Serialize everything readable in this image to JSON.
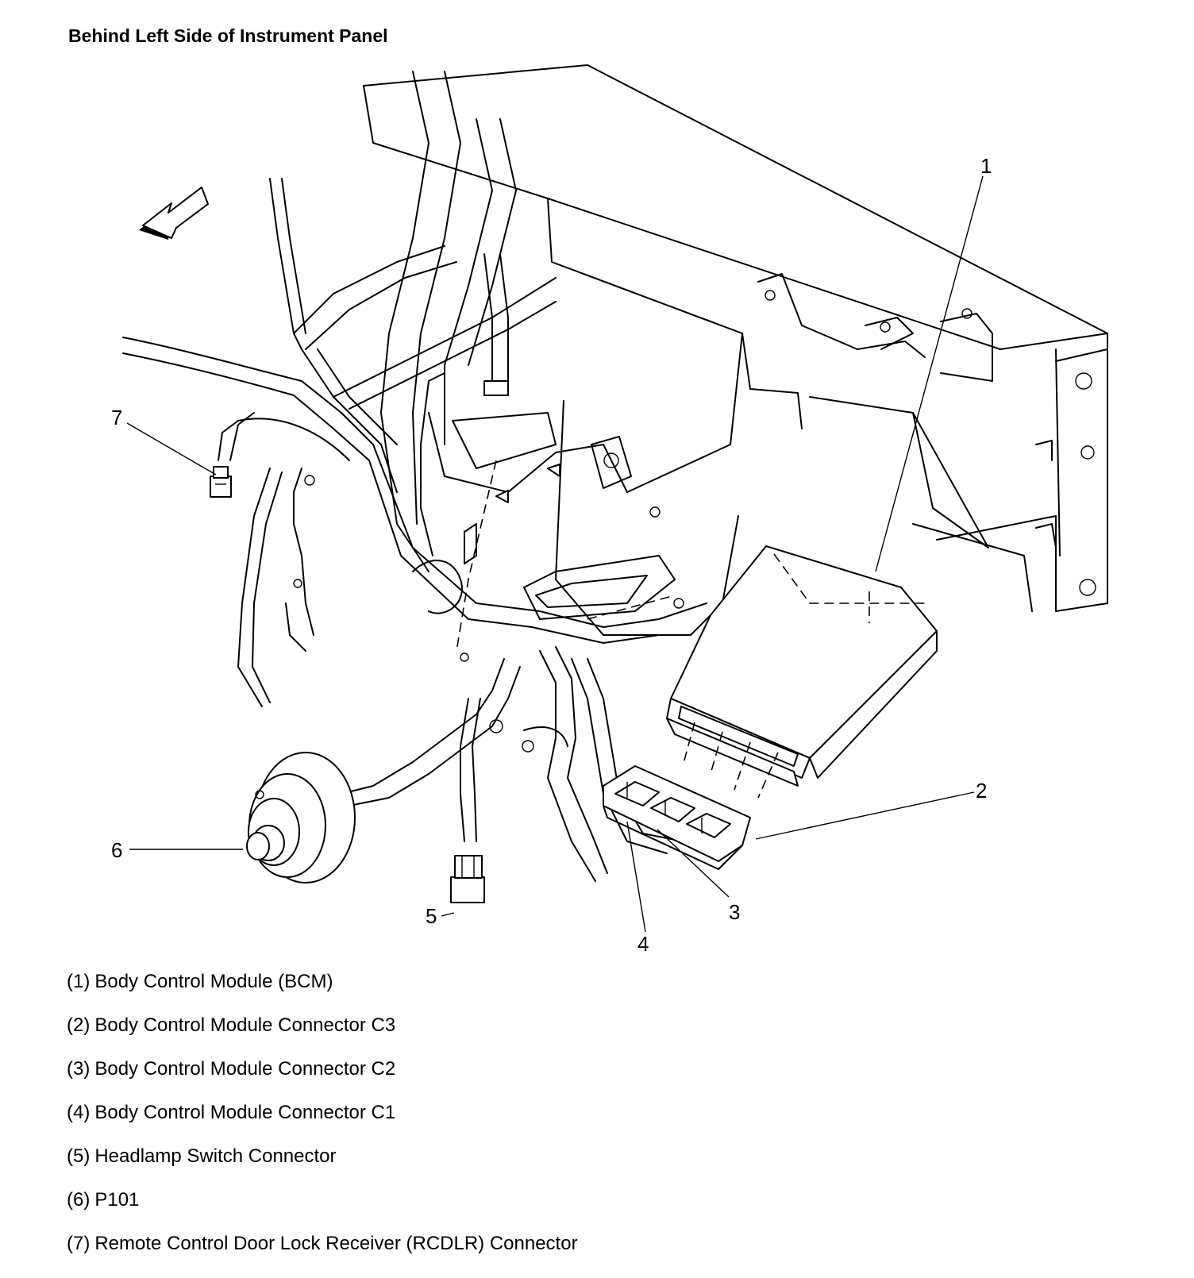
{
  "title": "Behind Left Side of Instrument Panel",
  "callouts": [
    "1",
    "2",
    "3",
    "4",
    "5",
    "6",
    "7"
  ],
  "legend": [
    {
      "num": "(1)",
      "text": "Body Control Module (BCM)"
    },
    {
      "num": "(2)",
      "text": "Body Control Module Connector C3"
    },
    {
      "num": "(3)",
      "text": "Body Control Module Connector C2"
    },
    {
      "num": "(4)",
      "text": "Body Control Module Connector C1"
    },
    {
      "num": "(5)",
      "text": "Headlamp Switch Connector"
    },
    {
      "num": "(6)",
      "text": "P101"
    },
    {
      "num": "(7)",
      "text": "Remote Control Door Lock Receiver (RCDLR) Connector"
    }
  ]
}
